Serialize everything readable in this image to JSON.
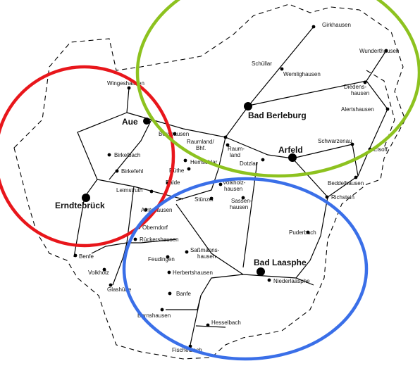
{
  "places": {
    "girkhausen": "Girkhausen",
    "wunderthausen": "Wunderthausen",
    "schuellar": "Schüllar",
    "wemlighausen": "Wemlighausen",
    "diedenshausen": "Diedens-\nhausen",
    "bad_berleburg": "Bad Berleburg",
    "alertshausen": "Alertshausen",
    "wingeshausen": "Wingeshausen",
    "aue": "Aue",
    "berghausen": "Berghausen",
    "raumland_bhf": "Raumland/\nBhf.",
    "raumland": "Raum-\nland",
    "arfeld": "Arfeld",
    "schwarzenau": "Schwarzenau",
    "elsoff": "Elsoff",
    "birkelbach": "Birkelbach",
    "hemschlar": "Hemschlar",
    "dotzlar": "Dotzlar",
    "birkefehl": "Birkefehl",
    "raethe": "Rüthe",
    "beddelhausen": "Beddelhausen",
    "leimstruth": "Leimstruth",
    "balde": "Balde",
    "volkholzhausen": "Volkholz-\nhausen",
    "richstein": "Richstein",
    "erndtebrueck": "Erndtebrück",
    "stuenzel": "Stünzel",
    "sassenhausen": "Sassen-\nhausen",
    "amtshausen": "Amtshausen",
    "puderbach": "Puderbach",
    "oberndorf": "Oberndorf",
    "rueckershausen": "Rückershausen",
    "benfe": "Benfe",
    "sassmannshausen": "Saßmanns-\nhausen",
    "feudingen": "Feudingen",
    "bad_laasphe": "Bad Laasphe",
    "volkholz": "Volkholz",
    "herbertshausen": "Herbertshausen",
    "niederlaasphe": "Niederlaasphe",
    "glashuette": "Glashütte",
    "banfe": "Banfe",
    "bernshausen": "Bernshausen",
    "hesselbach": "Hesselbach",
    "fischelbach": "Fischelbach"
  },
  "circles": {
    "red": "#e8161b",
    "green": "#8dc21f",
    "blue": "#3a6fe8"
  }
}
